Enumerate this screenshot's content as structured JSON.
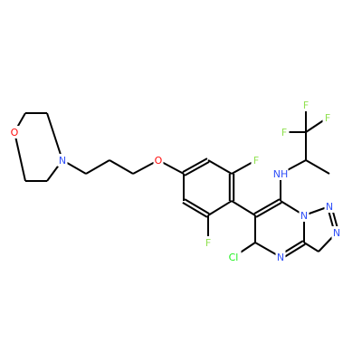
{
  "colors": {
    "bond": "#000000",
    "O": "#ff0d0d",
    "N": "#3050f8",
    "F": "#90e050",
    "Cl": "#1ff01f"
  },
  "atoms": [
    {
      "id": "O1",
      "label": "O",
      "element": "O"
    },
    {
      "id": "N1",
      "label": "N",
      "element": "N"
    },
    {
      "id": "O2",
      "label": "O",
      "element": "O"
    },
    {
      "id": "F1",
      "label": "F",
      "element": "F"
    },
    {
      "id": "F2",
      "label": "F",
      "element": "F"
    },
    {
      "id": "NH",
      "label": "NH",
      "element": "N"
    },
    {
      "id": "F3",
      "label": "F",
      "element": "F"
    },
    {
      "id": "F4",
      "label": "F",
      "element": "F"
    },
    {
      "id": "F5",
      "label": "F",
      "element": "F"
    },
    {
      "id": "N2",
      "label": "N",
      "element": "N"
    },
    {
      "id": "N3",
      "label": "N",
      "element": "N"
    },
    {
      "id": "N4",
      "label": "N",
      "element": "N"
    },
    {
      "id": "N5",
      "label": "N",
      "element": "N"
    },
    {
      "id": "Cl",
      "label": "Cl",
      "element": "Cl"
    }
  ]
}
